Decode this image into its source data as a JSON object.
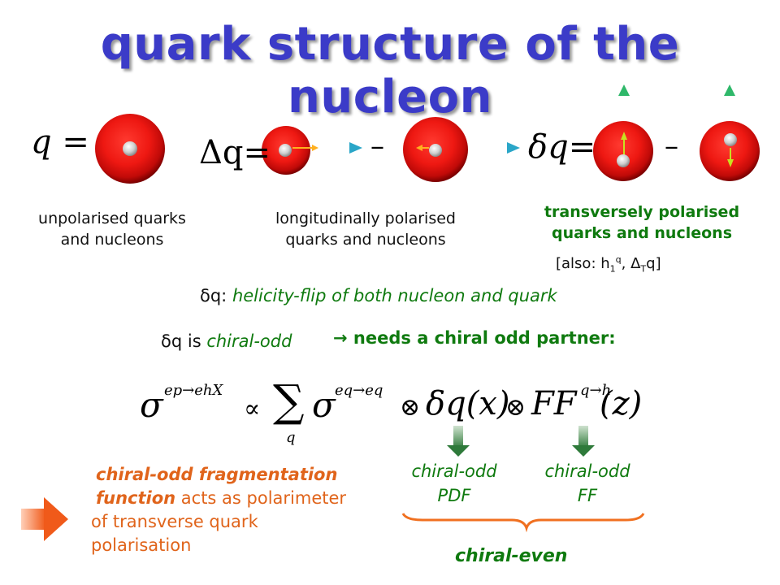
{
  "title": "quark structure of the nucleon",
  "eq": {
    "q_label": "q =",
    "delta_q_label": "Δq=",
    "delta_q_trans_label": "δq=",
    "minus": "–"
  },
  "captions": {
    "unpolarised": [
      "unpolarised quarks",
      "and nucleons"
    ],
    "longitudinal": [
      "longitudinally polarised",
      "quarks and nucleons"
    ],
    "transverse": [
      "transversely polarised",
      "quarks and nucleons"
    ],
    "also": {
      "prefix": "[also: h",
      "sub1": "1",
      "sup_q": "q",
      "mid": ", ",
      "delta": "Δ",
      "sub_T": "T",
      "suffix": "q]"
    }
  },
  "lines": {
    "helicity": {
      "symbol": "δq:",
      "text": " helicity-flip of both nucleon and quark"
    },
    "chiral_odd": {
      "symbol": "δq is ",
      "italic": "chiral-odd"
    },
    "needs": {
      "arrow": "→",
      "text": " needs a chiral odd partner:"
    }
  },
  "formula": {
    "sigma": "σ",
    "sup1": "ep→ehX",
    "propto": "∝",
    "sum": "∑",
    "sum_sub": "q",
    "sigma2": "σ",
    "sup2": "eq→eq",
    "otimes": "⊗",
    "deltaq": "δq(x)",
    "ff": "FF",
    "sup3": "q→h",
    "arg": "(z)"
  },
  "labels": {
    "pdf": [
      "chiral-odd",
      "PDF"
    ],
    "ff": [
      "chiral-odd",
      "FF"
    ],
    "even": "chiral-even"
  },
  "note": {
    "bold_part": [
      "chiral-odd fragmentation",
      "function"
    ],
    "rest": [
      " acts as polarimeter",
      "of transverse quark",
      "polarisation"
    ]
  },
  "colors": {
    "title": "#3b3bc8",
    "nucleon": "#e01010",
    "green_text": "#0f7a0f",
    "orange_text": "#e0641b"
  }
}
